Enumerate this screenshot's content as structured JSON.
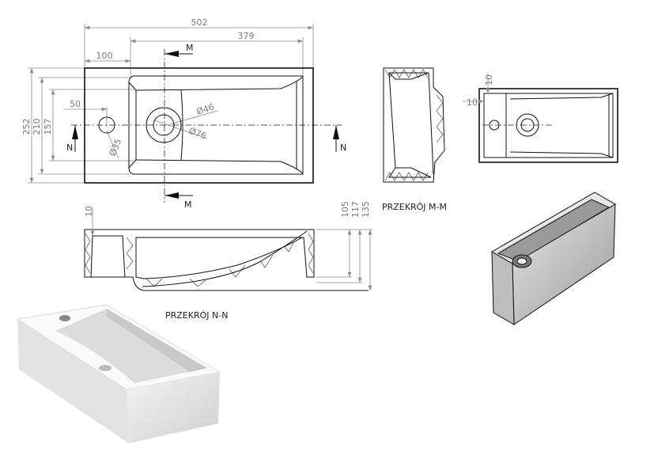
{
  "top_view": {
    "dims": {
      "overall_length": "502",
      "basin_length": "379",
      "tap_offset": "100",
      "overall_width": "252",
      "inner_width": "210",
      "basin_width": "157",
      "tap_hole_offset": "50"
    },
    "diameters": {
      "drain_inner": "Ø46",
      "drain_outer": "Ø76",
      "tap_hole": "Ø35"
    },
    "cut_m": "M",
    "cut_n": "N"
  },
  "section_nn": {
    "title": "PRZEKRÓJ N-N",
    "dims": {
      "rim": "10",
      "depth_inner": "105",
      "depth_mid": "117",
      "height": "135"
    }
  },
  "section_mm": {
    "title": "PRZEKRÓJ M-M"
  },
  "small_view": {
    "dims": {
      "top": "10",
      "left": "10"
    }
  }
}
